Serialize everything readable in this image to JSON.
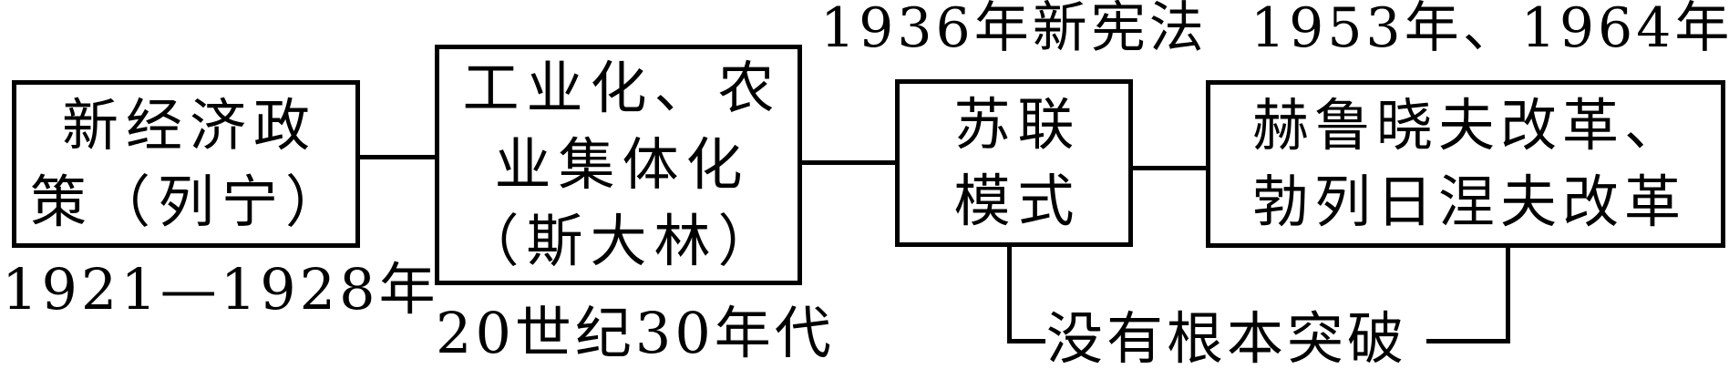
{
  "colors": {
    "background": "#ffffff",
    "line": "#000000",
    "text": "#000000"
  },
  "boxes": [
    {
      "name": "new-economic-policy",
      "lines": [
        "新经济政",
        "策（列宁）"
      ]
    },
    {
      "name": "industrialization-collectivization",
      "lines": [
        "工业化、农",
        "业集体化",
        "（斯大林）"
      ]
    },
    {
      "name": "soviet-model",
      "lines": [
        "苏联",
        "模式"
      ]
    },
    {
      "name": "khrushchev-brezhnev-reforms",
      "lines": [
        "赫鲁晓夫改革、",
        "勃列日涅夫改革"
      ]
    }
  ],
  "labels": {
    "nep_period": "1921—1928年",
    "stalin_period": "20世纪30年代",
    "constitution_1936": "1936年新宪法",
    "reform_years": "1953年、1964年",
    "no_breakthrough": "没有根本突破"
  }
}
